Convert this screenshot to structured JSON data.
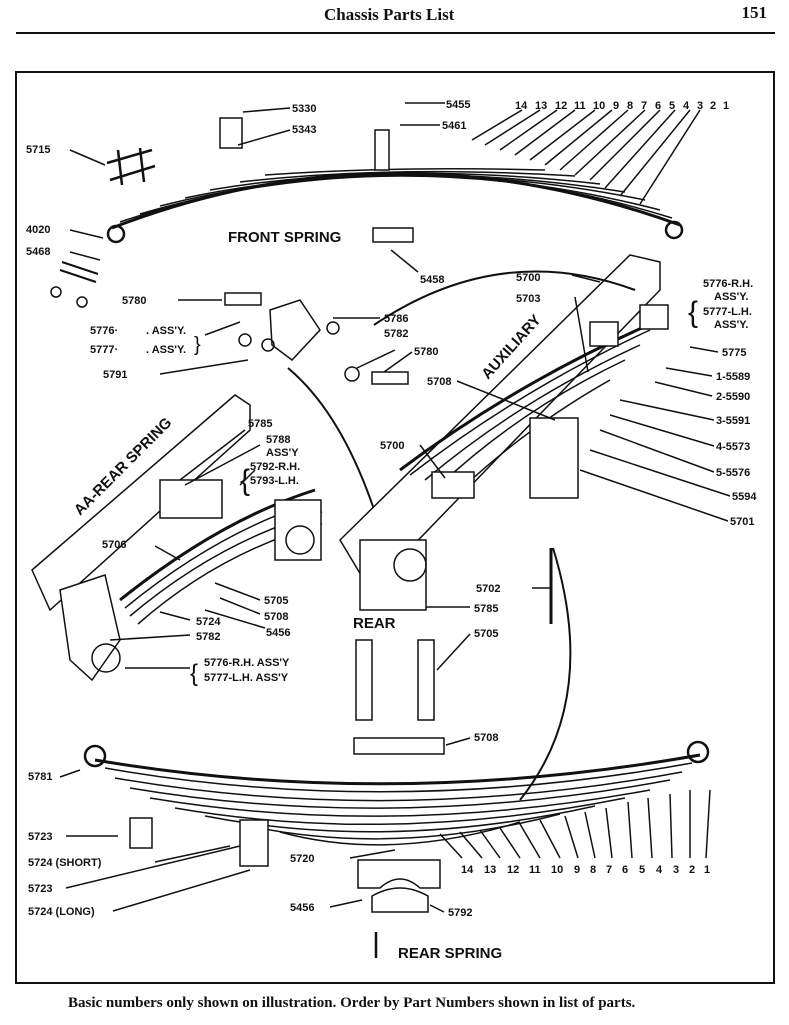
{
  "header": {
    "title": "Chassis Parts List",
    "page_number": "151"
  },
  "footer": {
    "note": "Basic numbers only shown on illustration. Order by Part Numbers shown in list of parts."
  },
  "titles": {
    "front_spring": "FRONT SPRING",
    "auxiliary": "AUXILIARY",
    "aa_rear_spring": "AA-REAR SPRING",
    "rear": "REAR",
    "rear_spring": "REAR SPRING"
  },
  "front_spring": {
    "leaf_numbers": [
      "14",
      "13",
      "12",
      "11",
      "10",
      "9",
      "8",
      "7",
      "6",
      "5",
      "4",
      "3",
      "2",
      "1"
    ],
    "labels": {
      "p5330": "5330",
      "p5343": "5343",
      "p5455": "5455",
      "p5461": "5461",
      "p5715": "5715",
      "p4020": "4020",
      "p5468": "5468",
      "p5458": "5458"
    }
  },
  "shackle_group": {
    "p5780a": "5780",
    "p5776": "5776·",
    "assy1": ". ASS'Y.",
    "p5777": "5777·",
    "assy2": ". ASS'Y.",
    "p5791": "5791",
    "p5786": "5786",
    "p5782": "5782",
    "p5780b": "5780"
  },
  "auxiliary_spring": {
    "p5700a": "5700",
    "p5703": "5703",
    "rh": "5776-R.H.",
    "rh_assy": "ASS'Y.",
    "lh": "5777-L.H.",
    "lh_assy": "ASS'Y.",
    "p5775": "5775",
    "p5708": "5708",
    "l1": "1-5589",
    "l2": "2-5590",
    "l3": "3-5591",
    "l4": "4-5573",
    "l5": "5-5576",
    "p5594": "5594",
    "p5701": "5701",
    "p5700b": "5700",
    "p5702": "5702",
    "p5785": "5785",
    "p5705": "5705",
    "p5708b": "5708"
  },
  "aa_rear": {
    "p5785": "5785",
    "p5788": "5788",
    "assy": "ASS'Y",
    "rh": "5792-R.H.",
    "lh": "5793-L.H.",
    "p5706": "5706",
    "p5705": "5705",
    "p5708": "5708",
    "p5456": "5456",
    "p5724": "5724",
    "p5782": "5782",
    "rh_assy": "5776-R.H. ASS'Y",
    "lh_assy": "5777-L.H. ASS'Y"
  },
  "rear_spring": {
    "leaf_numbers": [
      "14",
      "13",
      "12",
      "11",
      "10",
      "9",
      "8",
      "7",
      "6",
      "5",
      "4",
      "3",
      "2",
      "1"
    ],
    "labels": {
      "p5781": "5781",
      "p5723a": "5723",
      "short": "5724 (SHORT)",
      "p5723b": "5723",
      "long": "5724 (LONG)",
      "p5720": "5720",
      "p5456": "5456",
      "p5792": "5792"
    }
  }
}
